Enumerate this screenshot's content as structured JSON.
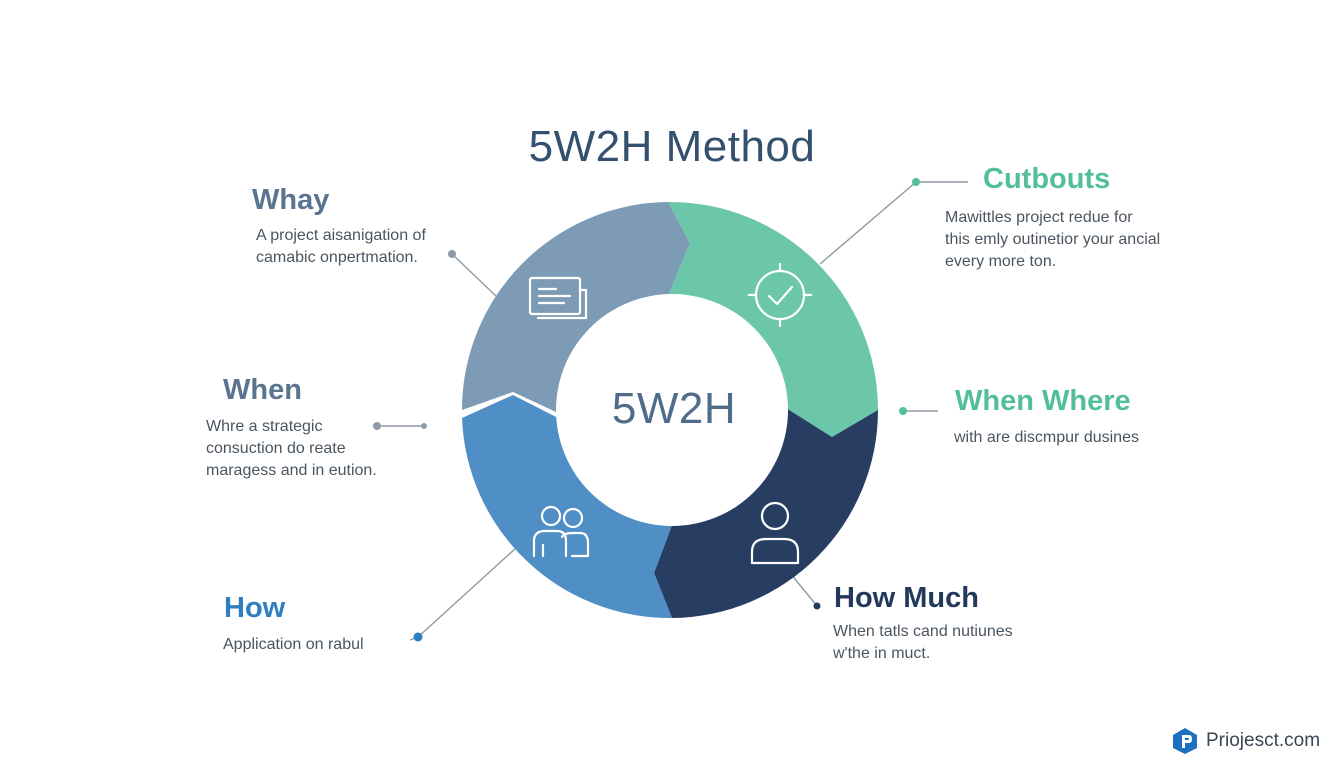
{
  "title": "5W2H Method",
  "center_label": "5W2H",
  "colors": {
    "slate": "#7e9bb5",
    "teal": "#6cc7aa",
    "steel_blue": "#4f8fc6",
    "navy": "#273e62",
    "title_text": "#34506f",
    "why_text": "#5b7591",
    "teal_text": "#52bf9a",
    "how_text": "#2f7ec0",
    "navy_text": "#23395c"
  },
  "icons": {
    "top_left": "document-icon",
    "top_right": "clock-check-icon",
    "bottom_left": "team-icon",
    "bottom_right": "person-icon",
    "brand": "brand-logo-icon"
  },
  "items": {
    "why": {
      "title": "Whay",
      "desc": [
        "A project aisanigation of",
        "camabic onpertmation."
      ]
    },
    "when": {
      "title": "When",
      "desc": [
        "Whre a strategic",
        "consuction do reate",
        "maragess and in eution."
      ]
    },
    "how": {
      "title": "How",
      "desc": [
        "Application on rabul"
      ]
    },
    "cutbouts": {
      "title": "Cutbouts",
      "desc": [
        "Mawittles project redue for",
        "this emly outinetior your ancial",
        "every more ton."
      ]
    },
    "when_where": {
      "title": "When Where",
      "desc": [
        "with are discmpur dusines"
      ]
    },
    "how_much": {
      "title": "How Much",
      "desc": [
        "When tatls cand nutiunes",
        "w'the in muct."
      ]
    }
  },
  "brand": {
    "text": "Priojesct.com"
  }
}
